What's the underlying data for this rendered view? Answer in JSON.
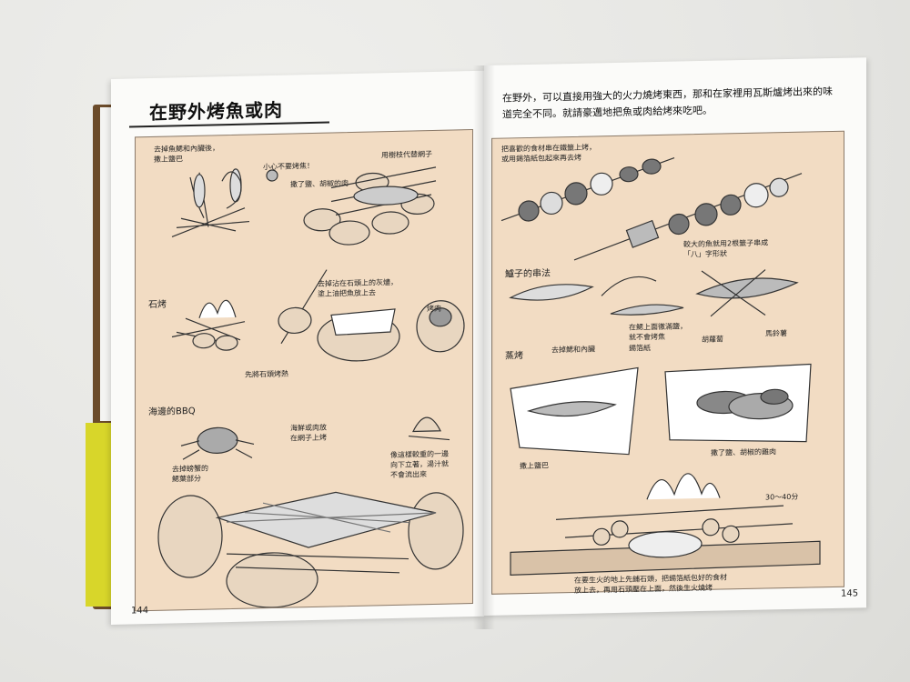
{
  "book": {
    "left_page": {
      "title": "在野外烤魚或肉",
      "page_number": "144",
      "section_labels": {
        "stone_grill": "石烤",
        "beach_bbq": "海邊的BBQ"
      },
      "captions": {
        "remove_gills": "去掉魚鰓和內臟後，\n撒上鹽巴",
        "careful": "小心不要烤焦！",
        "branches": "用樹枝代替網子",
        "salt_pepper": "撒了鹽、胡椒的肉",
        "wet_stone": "去掉沾在石頭上的灰燼，\n塗上油把魚放上去",
        "heat_stone": "先將石頭烤熱",
        "meat": "烤肉",
        "seafood_on_grill": "海鮮或肉放\n在網子上烤",
        "shell_upright": "像這樣較重的一邊\n向下立著，湯汁就\n不會流出來",
        "crab_note": "去掉螃蟹的\n鰓葉部分"
      }
    },
    "right_page": {
      "intro": "在野外，可以直接用強大的火力燒烤東西，那和在家裡用瓦斯爐烤出來的味道完全不同。就請豪邁地把魚或肉給烤來吃吧。",
      "page_number": "145",
      "section_labels": {
        "skewer": "鱸子的串法",
        "steam_bake": "蒸烤"
      },
      "captions": {
        "favorite_food": "把喜歡的食材串在鐵籤上烤，\n或用錫箔紙包起來再去烤",
        "big_fish": "較大的魚就用2根籤子串成\n「八」字形狀",
        "skewer_tip": "在鰓上面徹滿鹽，\n就不會烤焦",
        "remove_guts": "去掉鰓和內臟",
        "foil": "錫箔紙",
        "carrot": "胡蘿蔔",
        "potato": "馬鈴薯",
        "salted": "撒上鹽巴",
        "salt_pepper_chicken": "撒了鹽、胡椒的雞肉",
        "time": "30～40分",
        "method": "在要生火的地上先鋪石頭，把錫箔紙包好的食材\n放上去，再用石頭壓在上面，然後生火燒烤"
      }
    }
  }
}
